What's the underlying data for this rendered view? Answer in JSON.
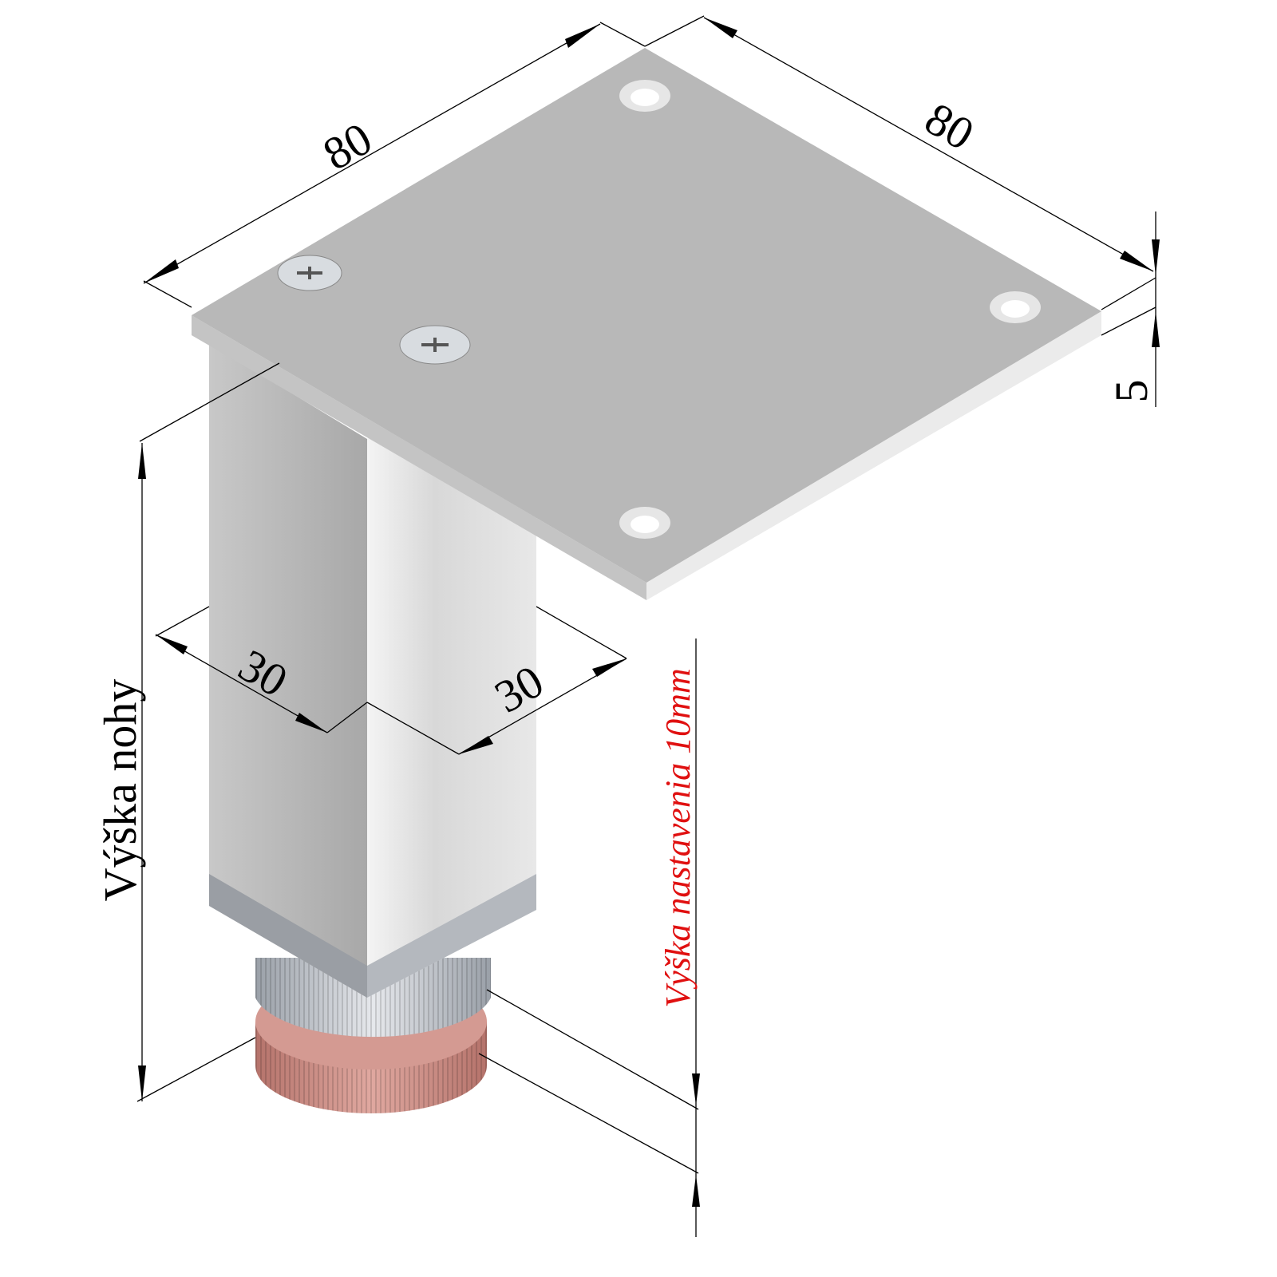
{
  "labels": {
    "plate_width": "80",
    "plate_depth": "80",
    "plate_thickness": "5",
    "leg_width": "30",
    "leg_depth": "30",
    "leg_height": "Výška nohy",
    "adjustment": "Výška nastavenia 10mm"
  },
  "colors": {
    "adjustment_text": "#e01010",
    "foot": "#c98a80"
  }
}
